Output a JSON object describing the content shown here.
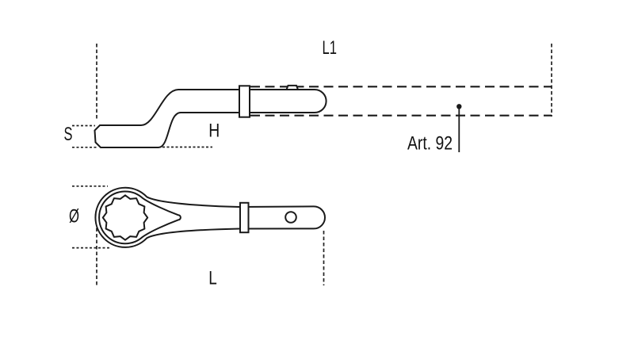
{
  "diagram": {
    "type": "technical-drawing",
    "subject": "offset ring slogging wrench, side view and top view",
    "labels": {
      "length_total": "L1",
      "head_thickness": "S",
      "offset_height": "H",
      "article": "Art. 92",
      "ring_diameter": "Ø",
      "length": "L"
    },
    "colors": {
      "line": "#1a1a1a",
      "dimension": "#222222",
      "background": "#ffffff"
    }
  }
}
